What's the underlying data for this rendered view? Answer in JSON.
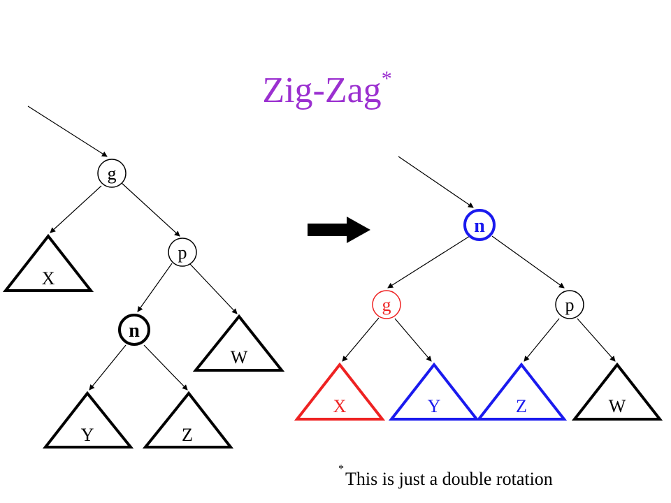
{
  "title": "Zig-Zag",
  "title_mark": "*",
  "footnote_mark": "*",
  "footnote": "This is just a double rotation",
  "colors": {
    "title": "#9B30D0",
    "black": "#000000",
    "red": "#EE2222",
    "blue": "#1A1AEE",
    "background": "#FFFFFF"
  },
  "before": {
    "nodes": {
      "g": "g",
      "p": "p",
      "n": "n"
    },
    "subtrees": {
      "x": "X",
      "y": "Y",
      "z": "Z",
      "w": "W"
    }
  },
  "after": {
    "nodes": {
      "n": "n",
      "g": "g",
      "p": "p"
    },
    "subtrees": {
      "x": "X",
      "y": "Y",
      "z": "Z",
      "w": "W"
    }
  },
  "transform_arrow": "right-arrow-icon"
}
